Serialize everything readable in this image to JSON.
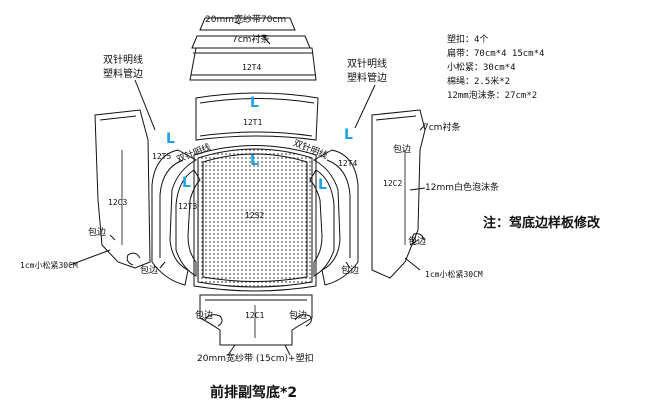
{
  "labels": {
    "top_band": "20mm宽纱带70cm",
    "top_lining": "7cm衬条",
    "left_stitch_line1": "双针明线",
    "left_stitch_line2": "塑料管边",
    "right_stitch_line1": "双针明线",
    "right_stitch_line2": "塑料管边",
    "right_lining": "7cm衬条",
    "left_stitch_diag": "双针明线",
    "right_stitch_diag": "双针明线",
    "foam_strip": "12mm白色泡沫条",
    "note": "注：驾底边样板修改",
    "left_elastic": "1cm小松紧30CM",
    "right_elastic": "1cm小松紧30CM",
    "bottom_band": "20mm宽纱带 (15cm)+塑扣",
    "caption": "前排副驾底*2",
    "binding": "包边",
    "direction_mark": "L"
  },
  "pieces": {
    "p12t4_top": "12T4",
    "p12t1": "12T1",
    "p12t5": "12T5",
    "p12t4_right": "12T4",
    "p12t3_left": "12T3",
    "p12s2": "12S2",
    "p12c3": "12C3",
    "p12c2": "12C2",
    "p12c1": "12C1"
  },
  "specs": [
    "塑扣：4个",
    "扁带：70cm*4  15cm*4",
    "小松紧：30cm*4",
    "棉绳：2.5米*2",
    "12mm泡沫条：27cm*2"
  ],
  "colors": {
    "line": "#111111",
    "accent": "#1aa3e8",
    "hatch": "#666666"
  }
}
